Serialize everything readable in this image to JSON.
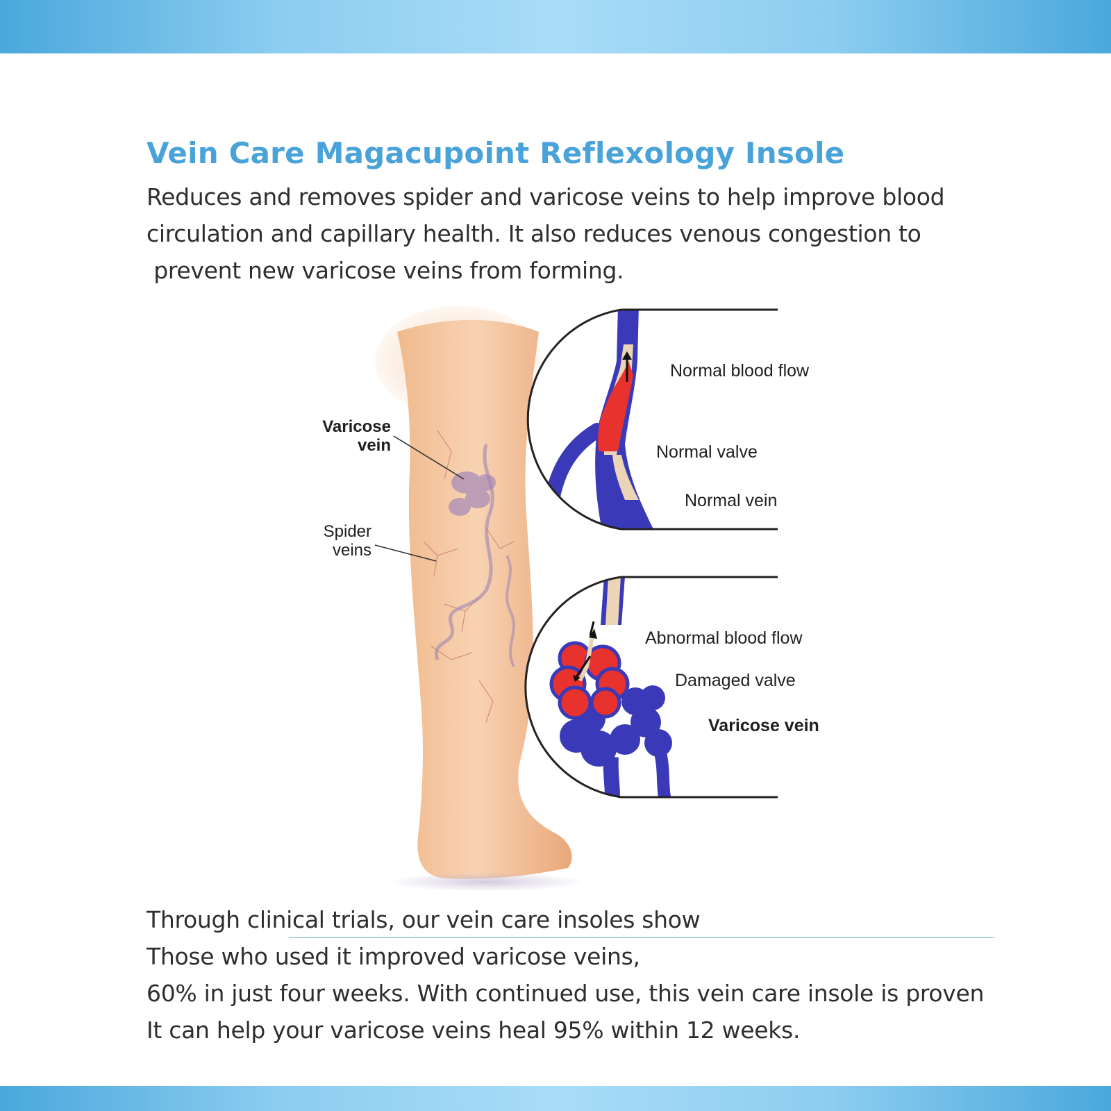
{
  "title": "Vein Care Magacupoint Reflexology Insole",
  "intro_lines": [
    "Reduces and removes spider and varicose veins to help improve blood",
    "circulation and capillary health. It also reduces venous congestion to",
    " prevent new varicose veins from forming."
  ],
  "diagram": {
    "leg_labels": {
      "varicose": [
        "Varicose",
        "vein"
      ],
      "spider": [
        "Spider",
        "veins"
      ]
    },
    "normal_panel": {
      "flow": "Normal blood flow",
      "valve": "Normal valve",
      "vein": "Normal vein"
    },
    "abnormal_panel": {
      "flow": "Abnormal blood flow",
      "valve": "Damaged valve",
      "vein": "Varicose vein"
    }
  },
  "outro_lines": [
    "Through clinical trials, our vein care insoles show",
    "Those who used it improved varicose veins,",
    "60% in just four weeks. With continued use, this vein care insole is proven",
    "It can help your varicose veins heal 95% within 12 weeks."
  ],
  "colors": {
    "accent": "#4aa3d8",
    "band": "#4aa8dc",
    "vein_blue": "#3a3ab8",
    "blood_red": "#e8322e",
    "skin": "#f3c29a"
  }
}
